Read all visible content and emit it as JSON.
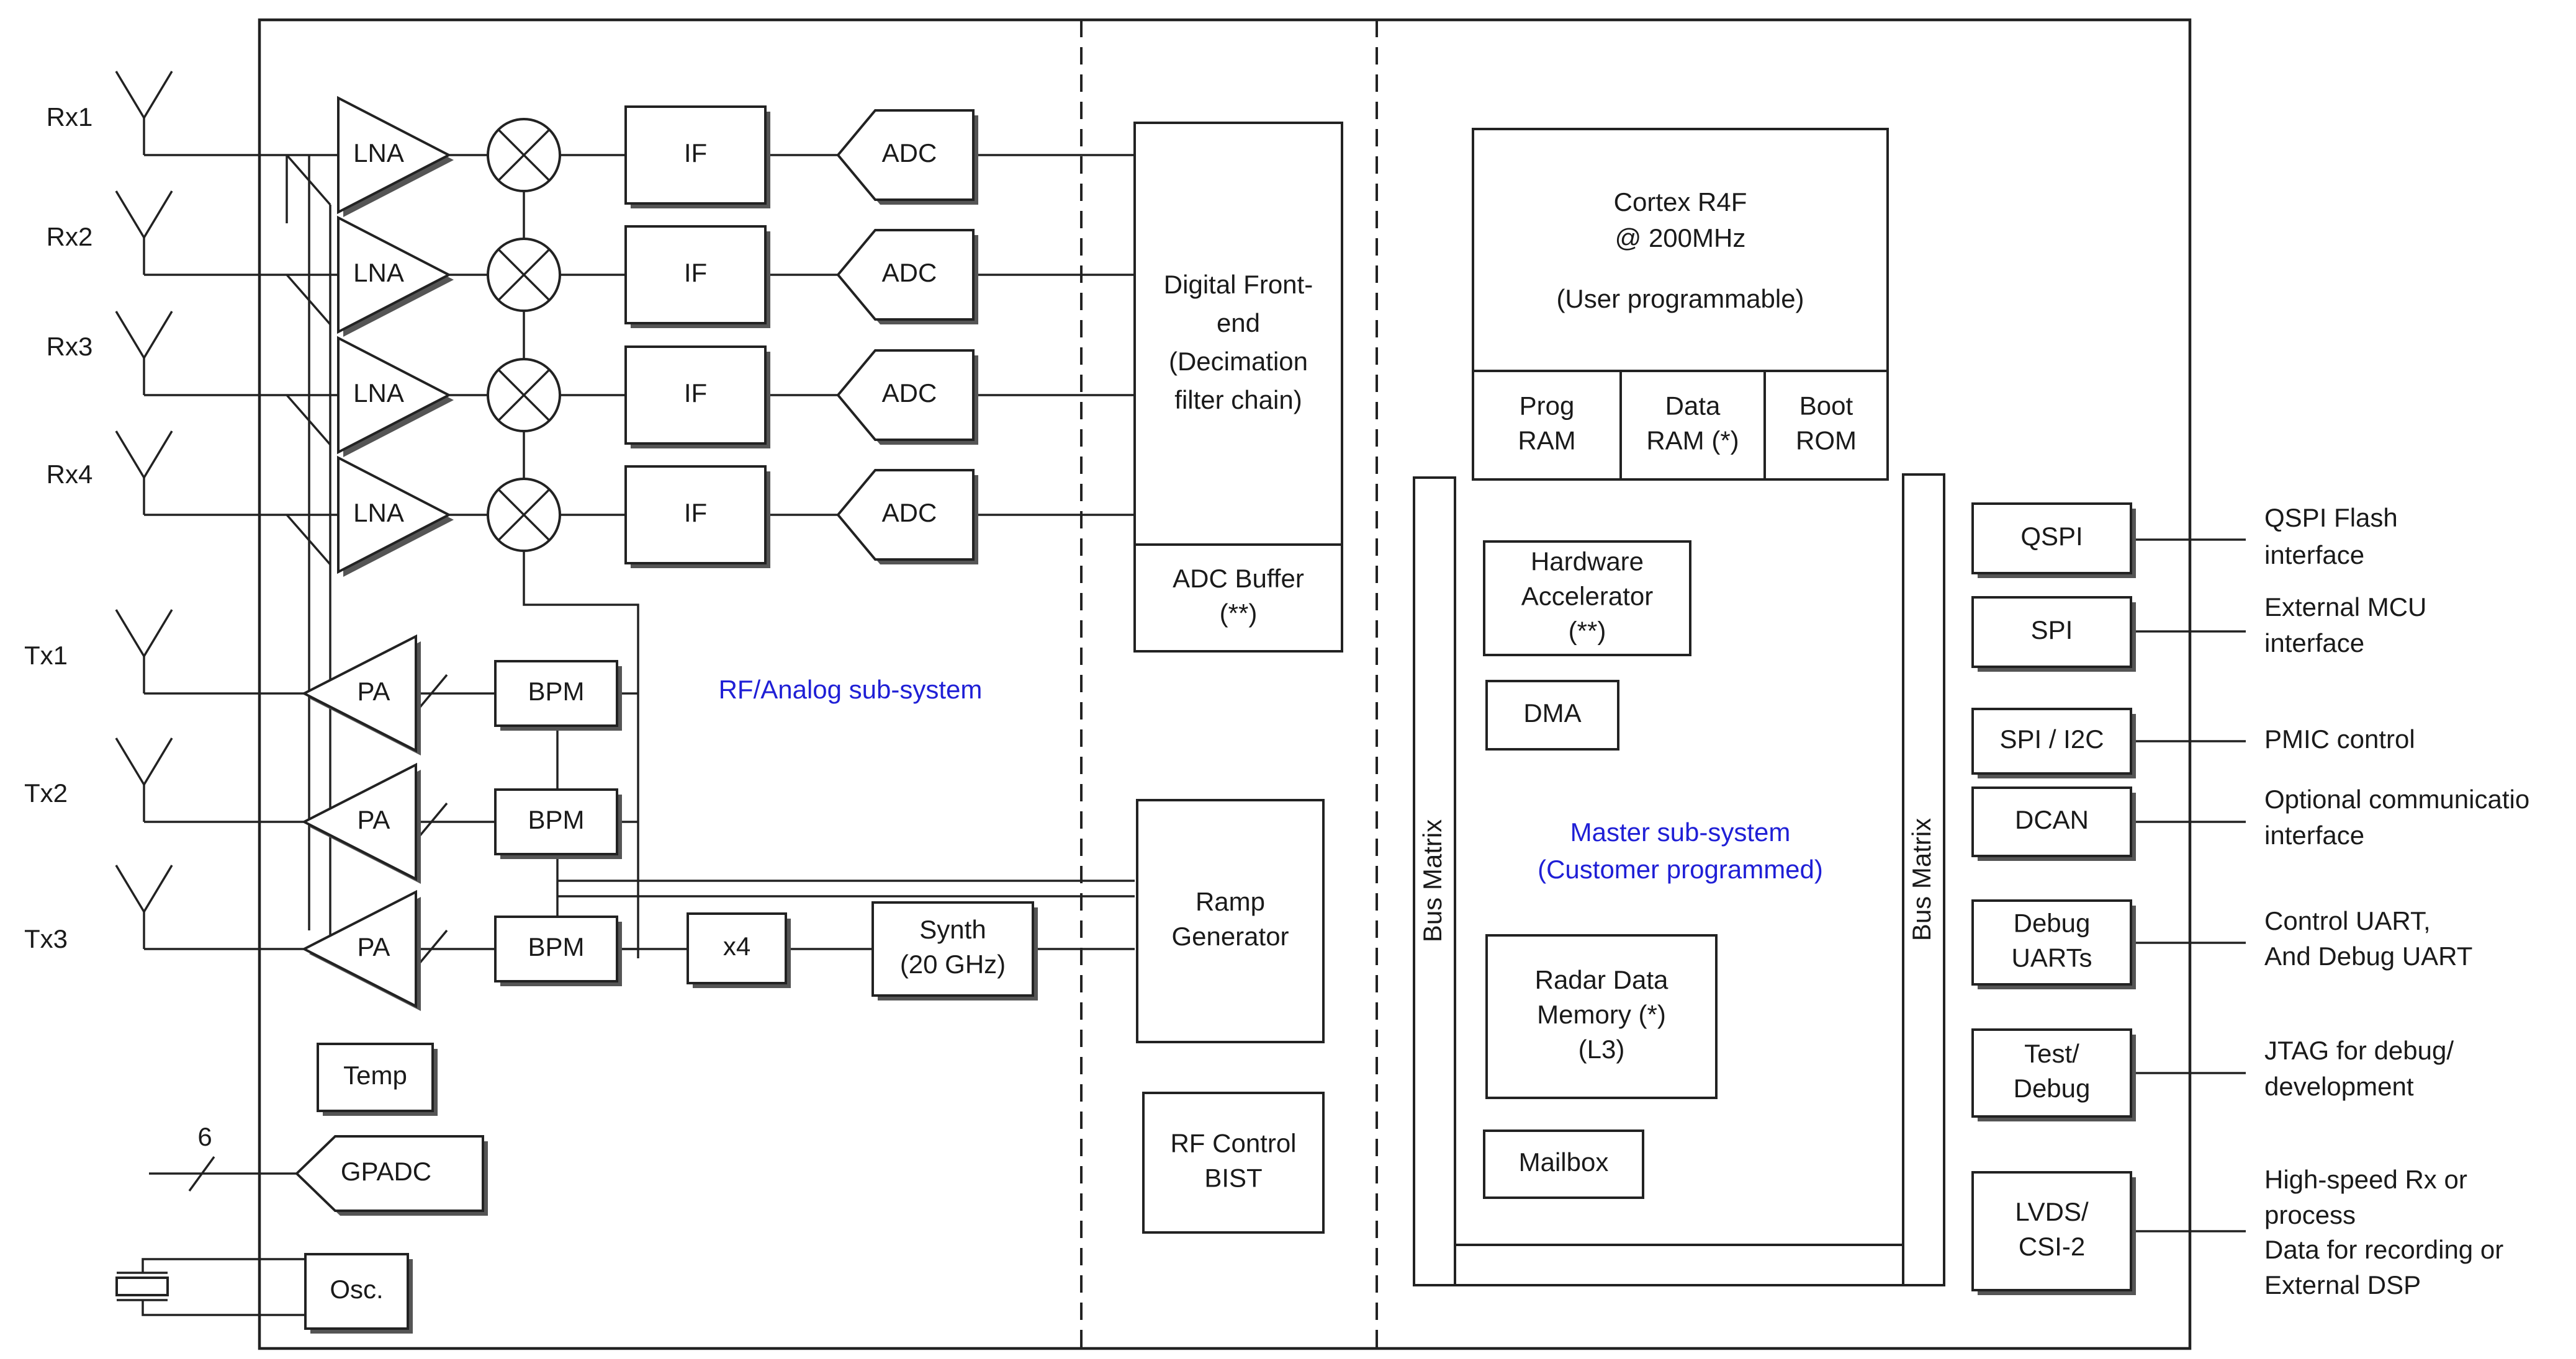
{
  "rx_labels": [
    "Rx1",
    "Rx2",
    "Rx3",
    "Rx4"
  ],
  "tx_labels": [
    "Tx1",
    "Tx2",
    "Tx3"
  ],
  "blocks": {
    "lna": "LNA",
    "if": "IF",
    "adc": "ADC",
    "pa": "PA",
    "bpm": "BPM",
    "x4": "x4",
    "synth": [
      "Synth",
      "(20 GHz)"
    ],
    "temp": "Temp",
    "gpadc": "GPADC",
    "gpadc_bus_width": "6",
    "osc": "Osc.",
    "dfe": [
      "Digital Front-",
      "end",
      "(Decimation",
      "filter chain)"
    ],
    "adc_buffer": [
      "ADC Buffer",
      "(**)"
    ],
    "ramp": [
      "Ramp",
      "Generator"
    ],
    "rf_control": [
      "RF Control",
      "BIST"
    ],
    "cortex": [
      "Cortex R4F",
      "@ 200MHz",
      "(User programmable)"
    ],
    "prog_ram": [
      "Prog",
      "RAM"
    ],
    "data_ram": [
      "Data",
      "RAM (*)"
    ],
    "boot_rom": [
      "Boot",
      "ROM"
    ],
    "hw_acc": [
      "Hardware",
      "Accelerator",
      "(**)"
    ],
    "dma": "DMA",
    "radar_mem": [
      "Radar Data",
      "Memory (*)",
      "(L3)"
    ],
    "mailbox": "Mailbox",
    "bus_matrix": "Bus Matrix"
  },
  "subsystems": {
    "rf": "RF/Analog sub-system",
    "master": [
      "Master sub-system",
      "(Customer programmed)"
    ]
  },
  "interfaces": [
    {
      "name": [
        "QSPI"
      ],
      "desc": [
        "QSPI Flash",
        "interface"
      ]
    },
    {
      "name": [
        "SPI"
      ],
      "desc": [
        "External MCU",
        "interface"
      ]
    },
    {
      "name": [
        "SPI / I2C"
      ],
      "desc": [
        "PMIC control"
      ]
    },
    {
      "name": [
        "DCAN"
      ],
      "desc": [
        "Optional communicatio",
        "interface"
      ]
    },
    {
      "name": [
        "Debug",
        "UARTs"
      ],
      "desc": [
        "Control UART,",
        "And Debug UART"
      ]
    },
    {
      "name": [
        "Test/",
        "Debug"
      ],
      "desc": [
        "JTAG for debug/",
        "development"
      ]
    },
    {
      "name": [
        "LVDS/",
        "CSI-2"
      ],
      "desc": [
        "High-speed Rx or",
        "process",
        "Data for recording or",
        "External DSP"
      ]
    }
  ]
}
